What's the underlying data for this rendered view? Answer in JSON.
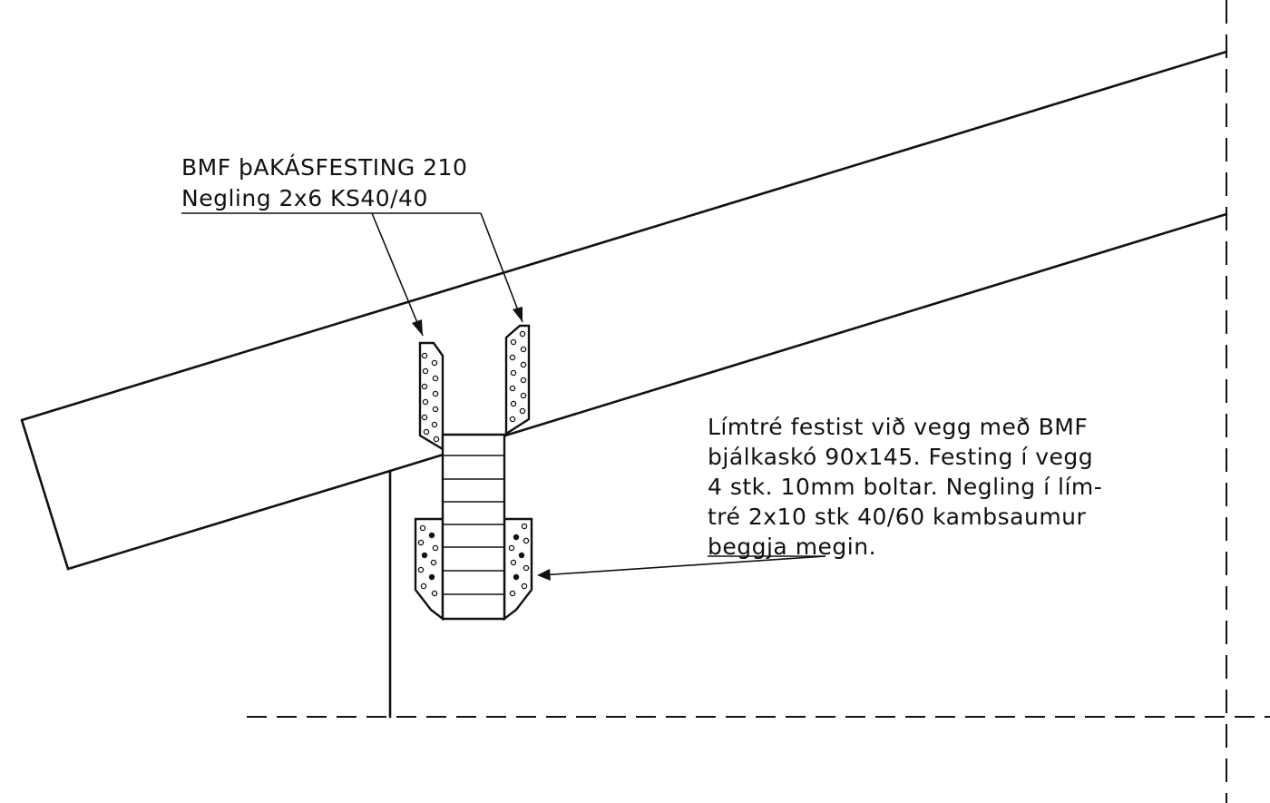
{
  "labels": {
    "top_label": {
      "line1": "BMF þAKÁSFESTING 210",
      "line2": "Negling  2x6 KS40/40"
    },
    "right_label": {
      "line1": "Límtré  festist við vegg með BMF",
      "line2": "bjálkaskó 90x145. Festing í vegg",
      "line3": "4 stk. 10mm boltar. Negling í lím-",
      "line4": "tré 2x10 stk 40/60 kambsaumur",
      "line5": "beggja megin."
    }
  }
}
